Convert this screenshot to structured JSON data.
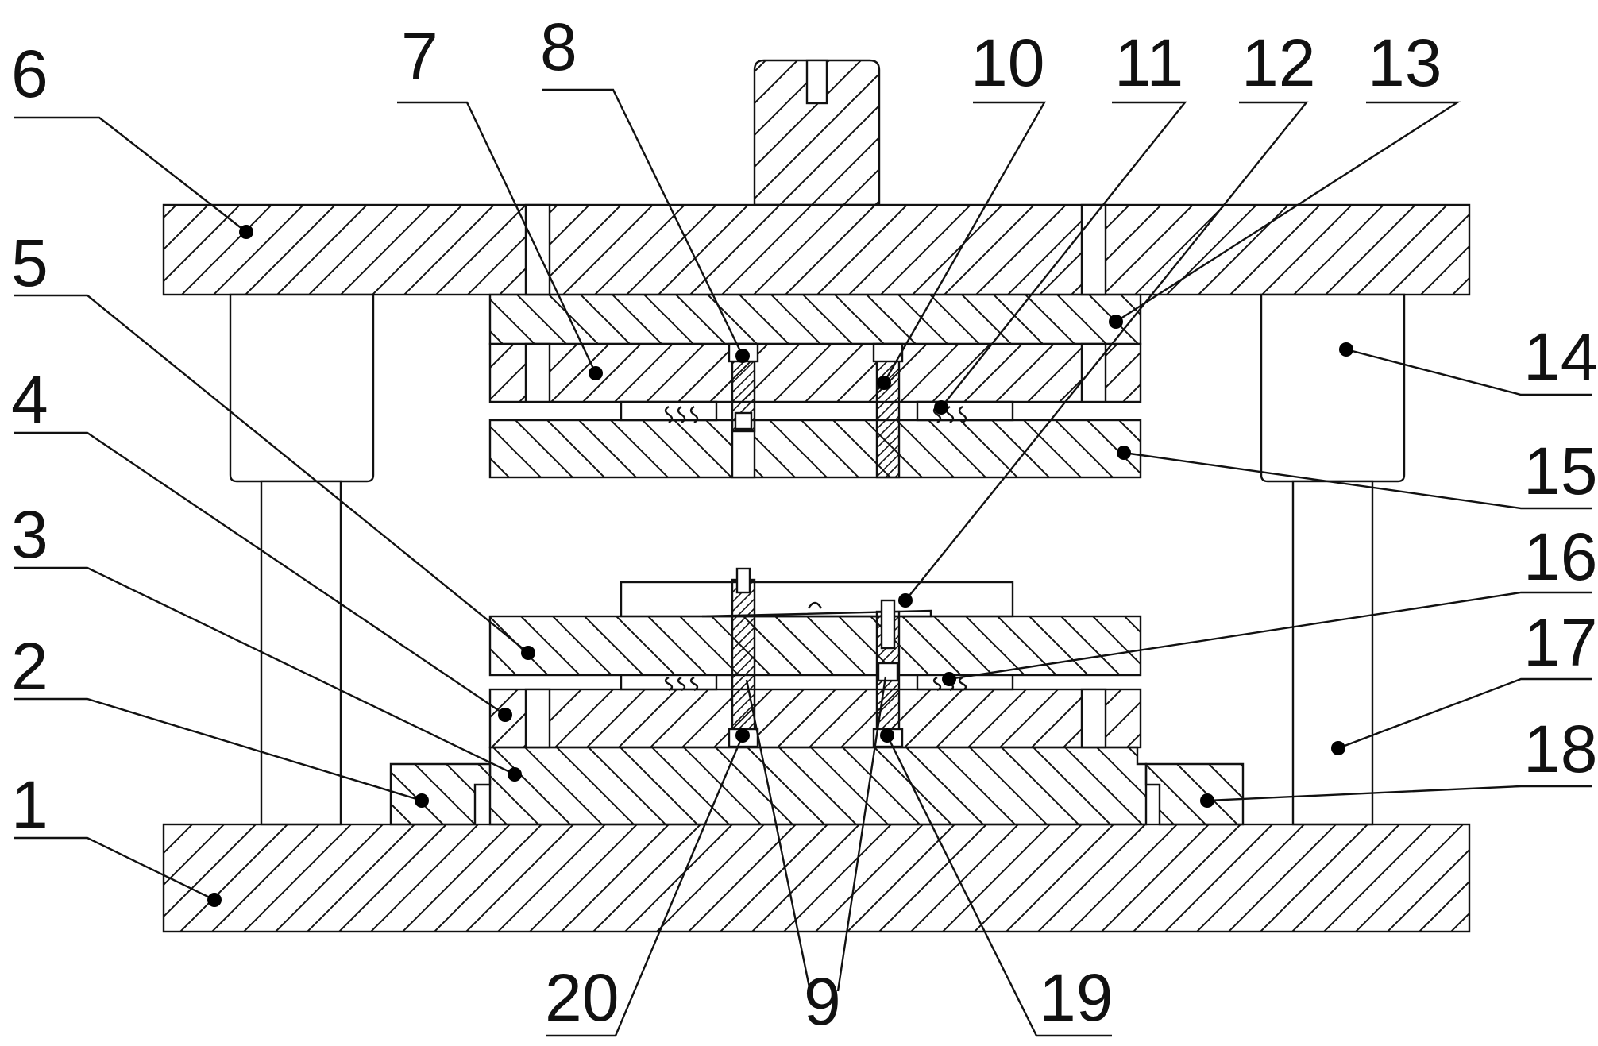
{
  "diagram": {
    "callouts": [
      {
        "id": "1",
        "text": "1"
      },
      {
        "id": "2",
        "text": "2"
      },
      {
        "id": "3",
        "text": "3"
      },
      {
        "id": "4",
        "text": "4"
      },
      {
        "id": "5",
        "text": "5"
      },
      {
        "id": "6",
        "text": "6"
      },
      {
        "id": "7",
        "text": "7"
      },
      {
        "id": "8",
        "text": "8"
      },
      {
        "id": "9",
        "text": "9"
      },
      {
        "id": "10",
        "text": "10"
      },
      {
        "id": "11",
        "text": "11"
      },
      {
        "id": "12",
        "text": "12"
      },
      {
        "id": "13",
        "text": "13"
      },
      {
        "id": "14",
        "text": "14"
      },
      {
        "id": "15",
        "text": "15"
      },
      {
        "id": "16",
        "text": "16"
      },
      {
        "id": "17",
        "text": "17"
      },
      {
        "id": "18",
        "text": "18"
      },
      {
        "id": "19",
        "text": "19"
      },
      {
        "id": "20",
        "text": "20"
      }
    ],
    "colors": {
      "line": "#111111",
      "background": "#ffffff"
    }
  }
}
